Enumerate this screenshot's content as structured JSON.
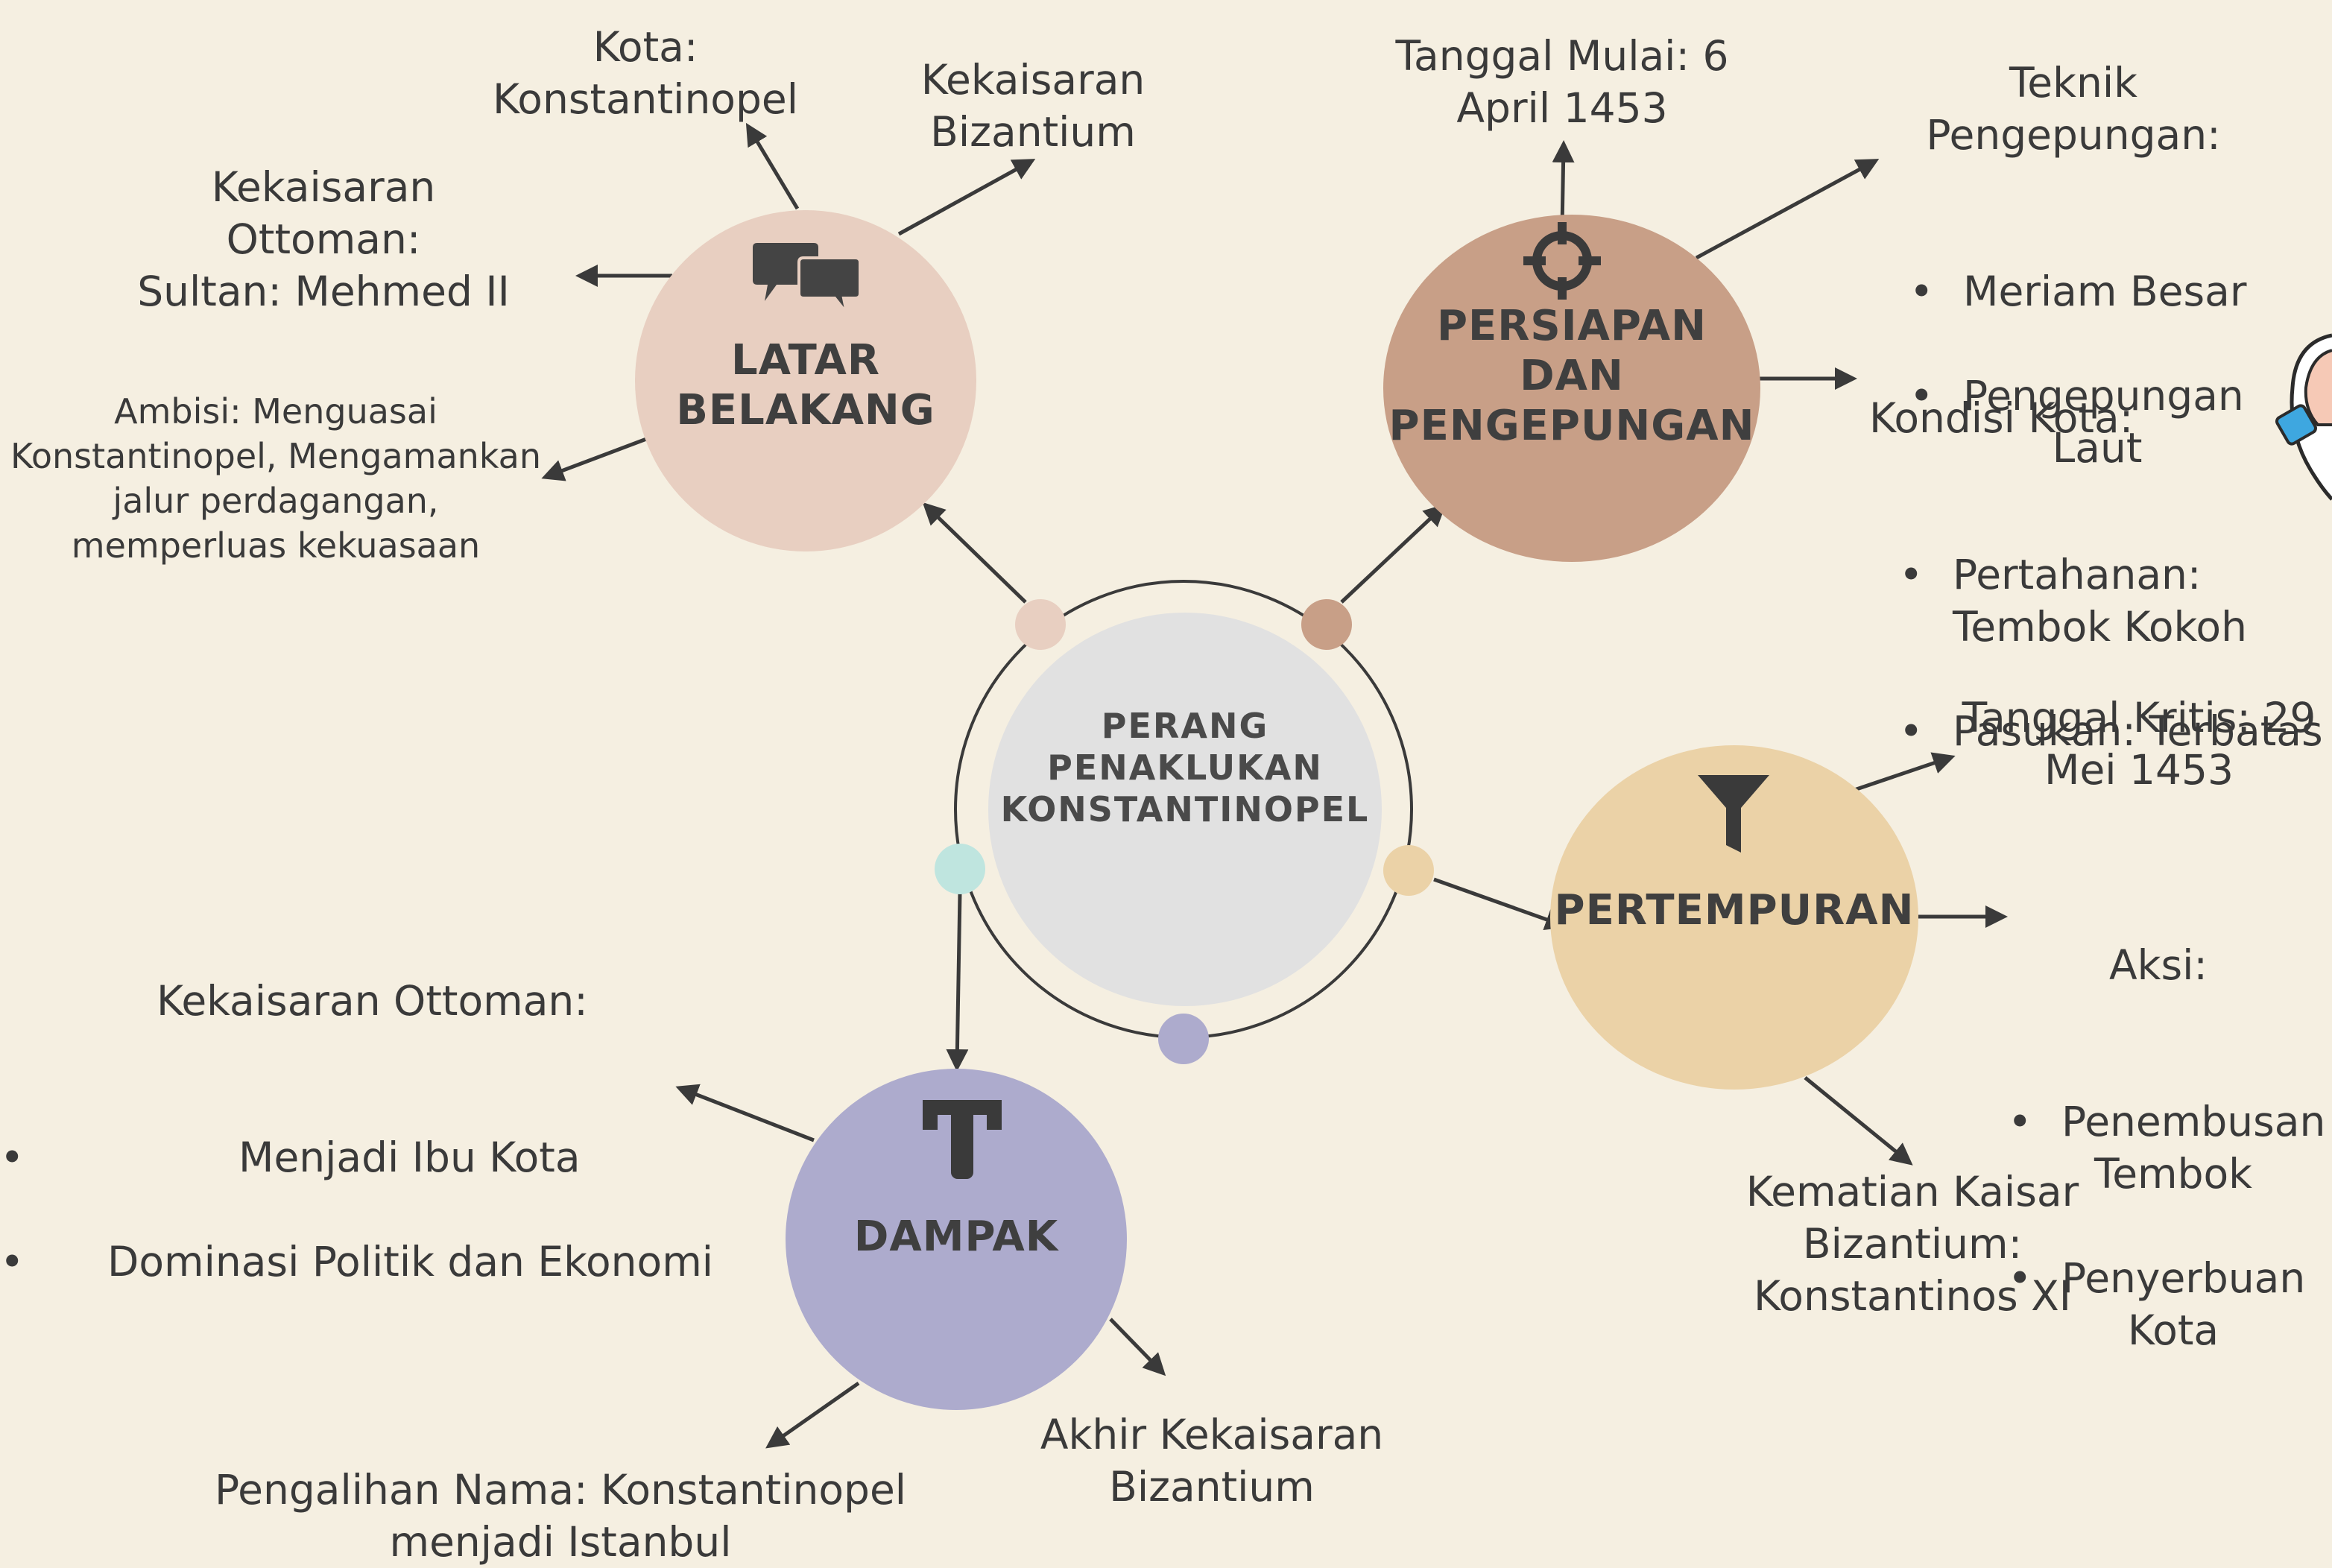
{
  "colors": {
    "background": "#f5efe1",
    "latar": "#e8cfc1",
    "persiapan": "#c89f87",
    "pertempuran": "#ebd2a7",
    "dampak": "#adabcd",
    "center": "#e1e1e1",
    "connector_teal": "#bfe5df",
    "text": "#3a3a3a"
  },
  "center": {
    "title": "PERANG\nPENAKLUKAN\nKONSTANTINOPEL"
  },
  "latar": {
    "title": "LATAR\nBELAKANG",
    "icon": "speech-bubbles-icon",
    "kota": "Kota:\nKonstantinopel",
    "bizantium": "Kekaisaran\nBizantium",
    "ottoman": "Kekaisaran\nOttoman:\nSultan: Mehmed II",
    "ambisi": "Ambisi: Menguasai\nKonstantinopel, Mengamankan\njalur perdagangan,\nmemperluas kekuasaan"
  },
  "persiapan": {
    "title": "PERSIAPAN\nDAN\nPENGEPUNGAN",
    "icon": "crosshair-icon",
    "tanggal": "Tanggal Mulai: 6\nApril 1453",
    "teknik_heading": "Teknik\nPengepungan:",
    "teknik_items": [
      "Meriam Besar",
      "Pengepungan\nLaut"
    ],
    "kondisi_heading": "Kondisi Kota:",
    "kondisi_items": [
      "Pertahanan:\nTembok Kokoh",
      "Pasukan: Terbatas"
    ]
  },
  "pertempuran": {
    "title": "PERTEMPURAN",
    "icon": "funnel-icon",
    "tanggal": "Tanggal Kritis: 29\nMei 1453",
    "aksi_heading": "Aksi:",
    "aksi_items": [
      "Penembusan\nTembok",
      "Penyerbuan\nKota"
    ],
    "kematian": "Kematian Kaisar\nBizantium:\nKonstantinos XI"
  },
  "dampak": {
    "title": "DAMPAK",
    "icon": "pillar-icon",
    "ottoman_heading": "Kekaisaran Ottoman:",
    "ottoman_items": [
      "Menjadi Ibu Kota",
      "Dominasi Politik dan Ekonomi"
    ],
    "akhir": "Akhir Kekaisaran\nBizantium",
    "pengalihan": "Pengalihan Nama: Konstantinopel\nmenjadi Istanbul"
  }
}
